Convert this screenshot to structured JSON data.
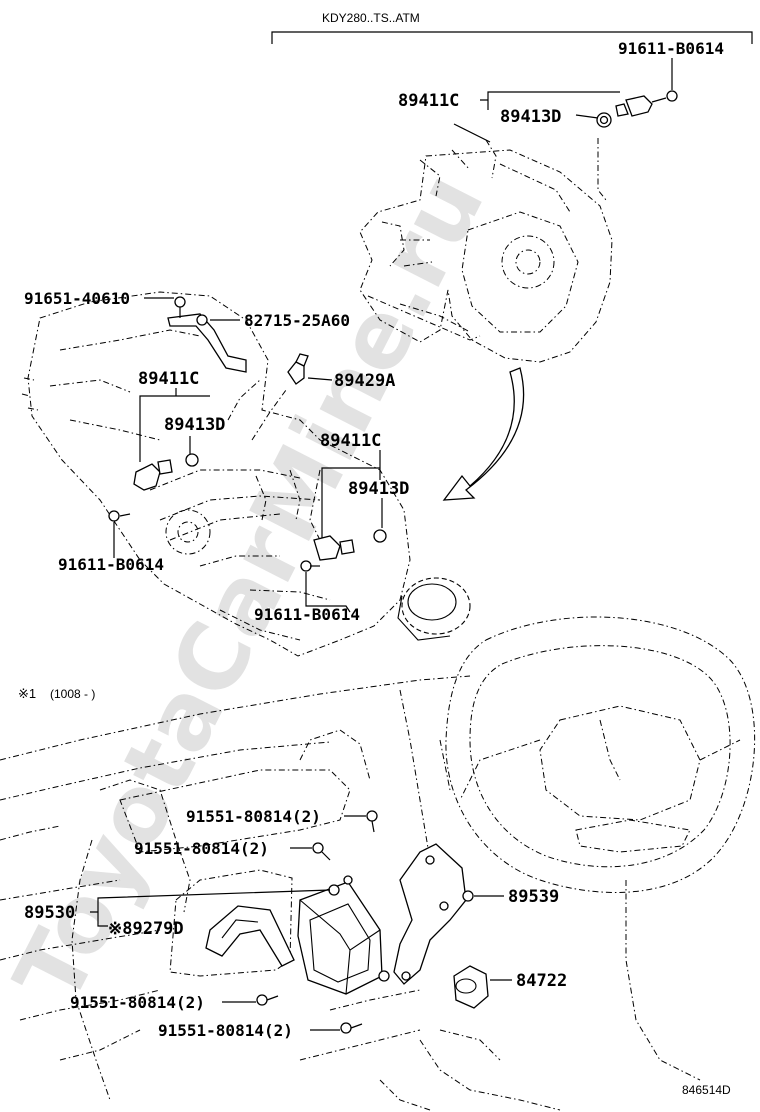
{
  "header": {
    "model_code": "KDY280..TS..ATM"
  },
  "note": {
    "marker": "※1",
    "range": "(1008 -      )"
  },
  "diagram_id": "846514D",
  "watermark": "ToyotaCarMine.ru",
  "parts": {
    "p_91611_top": "91611-B0614",
    "p_89411c_top": "89411C",
    "p_89413d_top": "89413D",
    "p_91651": "91651-40610",
    "p_82715": "82715-25A60",
    "p_89411c_left": "89411C",
    "p_89429a": "89429A",
    "p_89413d_left": "89413D",
    "p_89411c_mid": "89411C",
    "p_89413d_mid": "89413D",
    "p_91611_left": "91611-B0614",
    "p_91611_mid": "91611-B0614",
    "p_91551_a": "91551-80814(2)",
    "p_91551_b": "91551-80814(2)",
    "p_89530": "89530",
    "p_89279d": "※89279D",
    "p_89539": "89539",
    "p_84722": "84722",
    "p_91551_c": "91551-80814(2)",
    "p_91551_d": "91551-80814(2)"
  }
}
